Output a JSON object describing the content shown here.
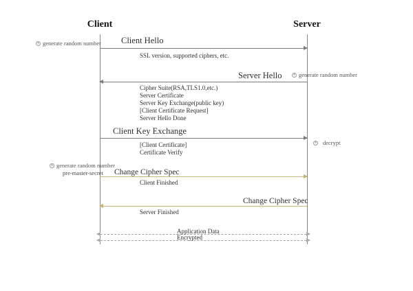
{
  "diagram": {
    "title_client": "Client",
    "title_server": "Server",
    "notes": {
      "client_random": "generate random number",
      "server_random": "generate random number",
      "decrypt": "decrypt",
      "client_random2": "generate random number",
      "pre_master_secret": "pre-master-secret"
    },
    "messages": [
      {
        "label": "Client Hello",
        "detail": "SSL version, supported ciphers, etc.",
        "direction": "client-to-server",
        "color": "#7b7b7b"
      },
      {
        "label": "Server Hello",
        "detail": "Cipher Suite(RSA,TLS1.0,etc.)\nServer Certificate\nServer Key Exchange(public key)\n[Client Certificate Request]\nServer Hello Done",
        "direction": "server-to-client",
        "color": "#7b7b7b"
      },
      {
        "label": "Client Key Exchange",
        "detail": "[Client Certificate]\nCertificate Verify",
        "direction": "client-to-server",
        "color": "#7b7b7b"
      },
      {
        "label": "Change Cipher Spec",
        "detail": "Client Finished",
        "direction": "client-to-server",
        "color": "#cdb479"
      },
      {
        "label": "Change Cipher Spec",
        "detail": "Server Finished",
        "direction": "server-to-client",
        "color": "#cdb479"
      },
      {
        "label": "Application Data",
        "detail": "Encrypted",
        "direction": "bidirectional",
        "color": "#a3a3a3"
      }
    ],
    "detail_lines": {
      "client_hello": "SSL version, supported ciphers, etc.",
      "server_hello_1": "Cipher Suite(RSA,TLS1.0,etc.)",
      "server_hello_2": "Server Certificate",
      "server_hello_3": "Server Key Exchange(public key)",
      "server_hello_4": "[Client Certificate Request]",
      "server_hello_5": "Server Hello Done",
      "cke_1": "[Client Certificate]",
      "cke_2": "Certificate Verify",
      "client_finished": "Client Finished",
      "server_finished": "Server Finished",
      "application_data": "Application Data",
      "encrypted": "Encrypted"
    },
    "labels": {
      "client_hello": "Client Hello",
      "server_hello": "Server Hello",
      "client_key_exchange": "Client Key Exchange",
      "change_cipher_spec_client": "Change Cipher Spec",
      "change_cipher_spec_server": "Change Cipher Spec"
    }
  }
}
